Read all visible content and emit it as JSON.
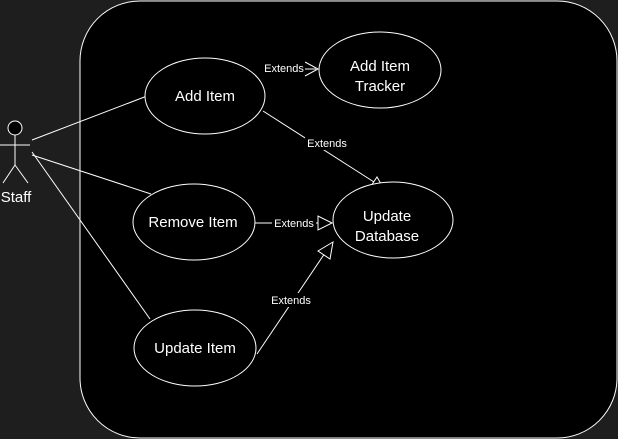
{
  "colors": {
    "canvas": "#1e1e1e",
    "boundary_fill": "#000000",
    "stroke": "#ffffff",
    "text": "#ffffff"
  },
  "actor": {
    "label": "Staff"
  },
  "use_cases": {
    "add_item": {
      "lines": [
        "Add Item"
      ]
    },
    "add_item_tracker": {
      "lines": [
        "Add Item",
        "Tracker"
      ]
    },
    "remove_item": {
      "lines": [
        "Remove Item"
      ]
    },
    "update_item": {
      "lines": [
        "Update Item"
      ]
    },
    "update_database": {
      "lines": [
        "Update",
        "Database"
      ]
    }
  },
  "relations": {
    "add_to_tracker": {
      "label": "Extends"
    },
    "add_to_database": {
      "label": "Extends"
    },
    "remove_to_database": {
      "label": "Extends"
    },
    "update_to_database": {
      "label": "Extends"
    }
  }
}
